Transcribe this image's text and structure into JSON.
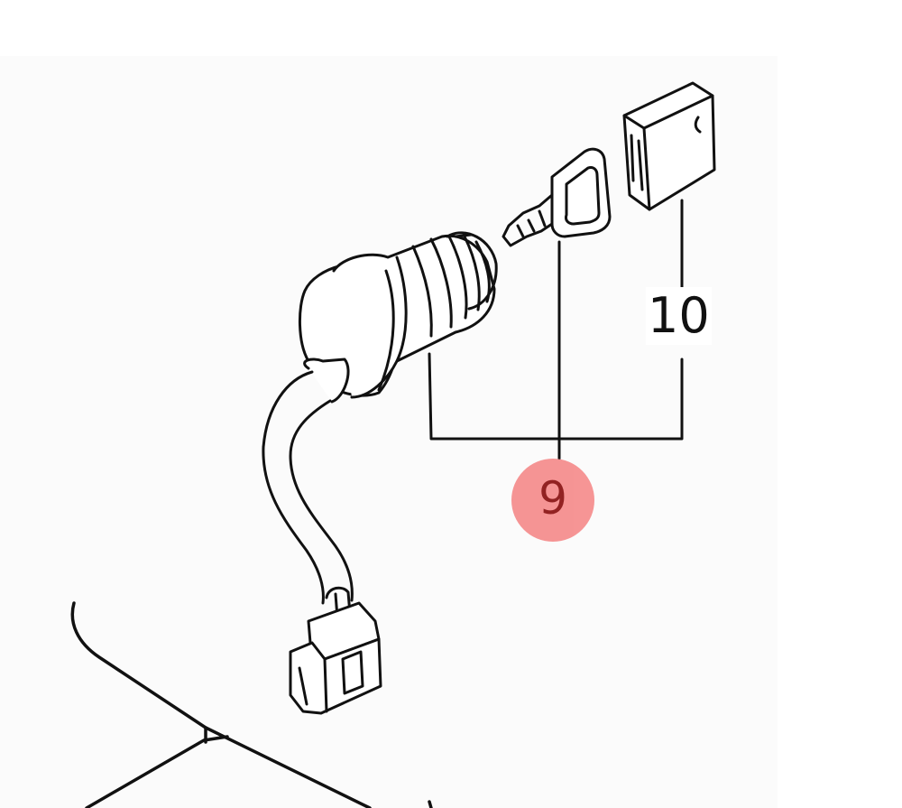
{
  "diagram": {
    "callouts": [
      {
        "id": "callout-9",
        "label": "9",
        "highlighted": true,
        "color": "#f58c8c",
        "text_color": "#8a1010"
      },
      {
        "id": "callout-10",
        "label": "10",
        "highlighted": false
      }
    ],
    "colors": {
      "line": "#111111",
      "panel": "#fbfbfb",
      "background": "#ffffff"
    }
  }
}
